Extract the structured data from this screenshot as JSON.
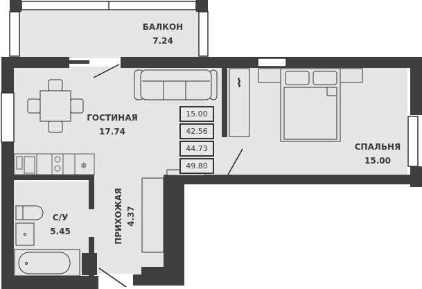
{
  "rooms": [
    {
      "id": "balcony",
      "name": "БАЛКОН",
      "area": "7.24"
    },
    {
      "id": "living",
      "name": "ГОСТИНАЯ",
      "area": "17.74"
    },
    {
      "id": "bedroom",
      "name": "СПАЛЬНЯ",
      "area": "15.00"
    },
    {
      "id": "bathroom",
      "name": "С/У",
      "area": "5.45"
    },
    {
      "id": "hallway",
      "name": "ПРИХОЖАЯ",
      "area": "4.37"
    }
  ],
  "area_summary": [
    "15.00",
    "42.56",
    "44.73",
    "49.80"
  ],
  "colors": {
    "wall": "#3f3f3f",
    "floor": "#e6e6e6",
    "window": "#ffffff",
    "furniture_line": "#333333",
    "text": "#3a3a3a"
  },
  "icons": [
    "snowflake-icon",
    "hanger-icon"
  ]
}
